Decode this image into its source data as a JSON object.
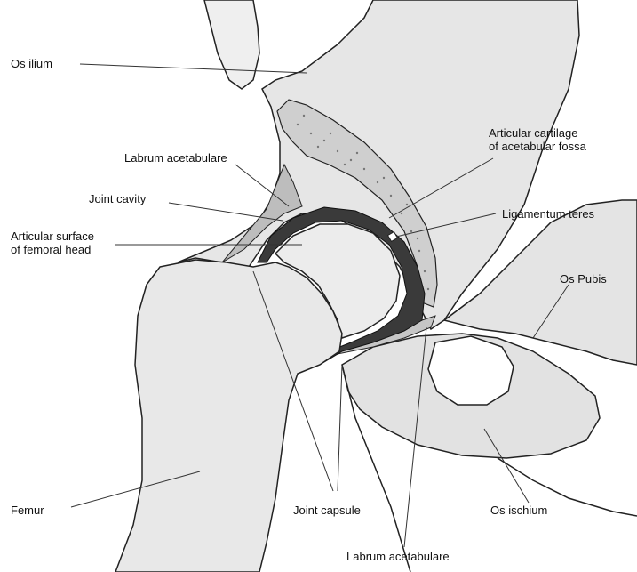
{
  "labels": {
    "os_ilium": "Os ilium",
    "articular_cartilage": "Articular cartilage\nof acetabular  fossa",
    "labrum_top": "Labrum acetabulare",
    "joint_cavity": "Joint cavity",
    "ligamentum_teres": "Ligamentum teres",
    "articular_surface": "Articular surface\nof femoral head",
    "os_pubis": "Os Pubis",
    "femur": "Femur",
    "joint_capsule": "Joint capsule",
    "os_ischium": "Os ischium",
    "labrum_bottom": "Labrum acetabulare"
  },
  "colors": {
    "bone_fill": "#e4e4e4",
    "bone_light": "#f3f3f3",
    "outline": "#222222",
    "cavity": "#3a3a3a",
    "cartilage": "#d2d2d2",
    "capsule": "#bcbcbc"
  }
}
